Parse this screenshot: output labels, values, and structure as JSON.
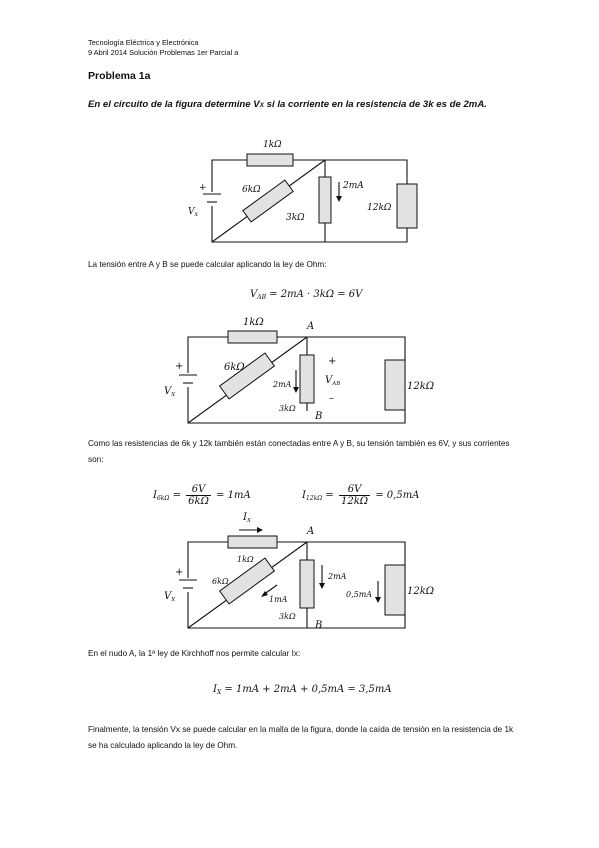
{
  "header": {
    "line1": "Tecnología Eléctrica y Electrónica",
    "line2": "9 Abril 2014 Solución Problemas 1er Parcial a"
  },
  "problem_title": "Problema 1a",
  "statement": {
    "part1": "En el circuito de la figura  determine V",
    "sub": "X",
    "part2": " si la corriente en la resistencia de 3k es de 2mA."
  },
  "paragraphs": {
    "p1": "La tensión entre A y B se puede calcular aplicando la ley de Ohm:",
    "p2": "Como las resistencias de 6k y 12k también están conectadas entre A y B, su tensión también es 6V, y sus corrientes son:",
    "p3": "En el nudo A, la 1ª ley de Kirchhoff nos permite calcular Ix:",
    "p4": "Finalmente, la tensión Vx se puede calcular en la malla de la figura, donde la caída de tensión en la resistencia de 1k se ha calculado aplicando la ley de Ohm."
  },
  "equations": {
    "vab_lhs": "V",
    "vab_sub": "AB",
    "vab_rhs": "= 2mA · 3kΩ = 6V",
    "i6_lhs": "I",
    "i6_sub": "6kΩ",
    "i6_num": "6V",
    "i6_den": "6kΩ",
    "i6_res": "= 1mA",
    "i12_lhs": "I",
    "i12_sub": "12kΩ",
    "i12_num": "6V",
    "i12_den": "12kΩ",
    "i12_res": "= 0,5mA",
    "eq_sign": "=",
    "ix_lhs": "I",
    "ix_sub": "X",
    "ix_rhs": "= 1mA + 2mA + 0,5mA = 3,5mA"
  },
  "circuit1": {
    "r1": "1kΩ",
    "r6": "6kΩ",
    "r3": "3kΩ",
    "r12": "12kΩ",
    "i3": "2mA",
    "plus": "+",
    "vx": "V",
    "vx_sub": "X"
  },
  "circuit2": {
    "r1": "1kΩ",
    "r6": "6kΩ",
    "r3": "3kΩ",
    "r12": "12kΩ",
    "i3": "2mA",
    "plus": "+",
    "minus": "–",
    "vx": "V",
    "vx_sub": "X",
    "vab": "V",
    "vab_sub": "AB",
    "node_a": "A",
    "node_b": "B"
  },
  "circuit3": {
    "r1": "1kΩ",
    "r6": "6kΩ",
    "r3": "3kΩ",
    "r12": "12kΩ",
    "i3": "2mA",
    "i6": "1mA",
    "i12": "0,5mA",
    "ix": "I",
    "ix_sub": "X",
    "plus": "+",
    "vx": "V",
    "vx_sub": "X",
    "node_a": "A",
    "node_b": "B"
  }
}
